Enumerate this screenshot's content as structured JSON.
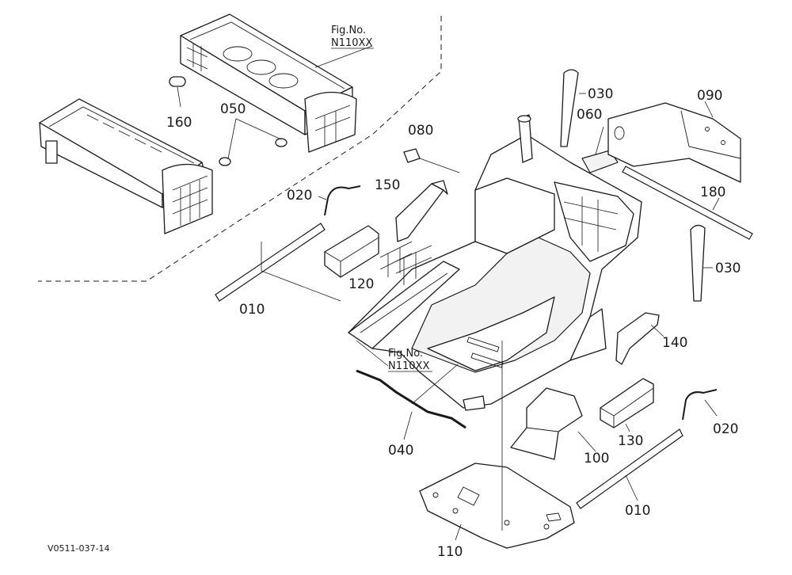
{
  "diagram": {
    "part_labels": [
      {
        "id": "160",
        "text": "160"
      },
      {
        "id": "050",
        "text": "050"
      },
      {
        "id": "030a",
        "text": "030"
      },
      {
        "id": "060",
        "text": "060"
      },
      {
        "id": "090",
        "text": "090"
      },
      {
        "id": "080",
        "text": "080"
      },
      {
        "id": "020a",
        "text": "020"
      },
      {
        "id": "150",
        "text": "150"
      },
      {
        "id": "180",
        "text": "180"
      },
      {
        "id": "120",
        "text": "120"
      },
      {
        "id": "030b",
        "text": "030"
      },
      {
        "id": "010a",
        "text": "010"
      },
      {
        "id": "140",
        "text": "140"
      },
      {
        "id": "020b",
        "text": "020"
      },
      {
        "id": "130",
        "text": "130"
      },
      {
        "id": "040",
        "text": "040"
      },
      {
        "id": "100",
        "text": "100"
      },
      {
        "id": "010b",
        "text": "010"
      },
      {
        "id": "110",
        "text": "110"
      }
    ],
    "fig_refs": [
      {
        "caption": "Fig.No.",
        "number": "N110XX"
      },
      {
        "caption": "Fig.No.",
        "number": "N110XX"
      }
    ],
    "drawing_code": "V0511-037-14"
  }
}
